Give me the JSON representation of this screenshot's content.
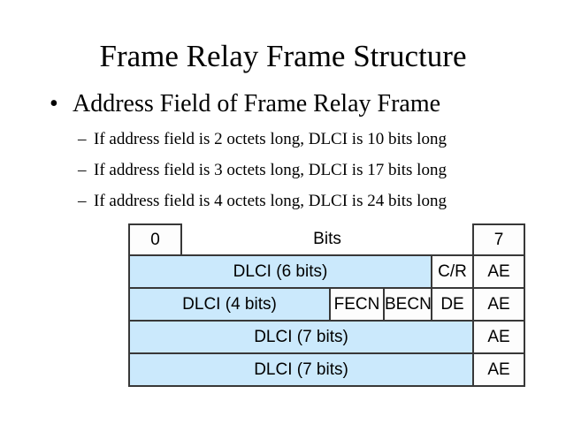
{
  "slide": {
    "title": "Frame Relay Frame Structure",
    "bullet_marker": "•",
    "bullet": "Address Field of Frame Relay Frame",
    "sub_bullet_marker": "–",
    "sub_bullets": [
      "If address field is 2 octets long, DLCI is 10 bits long",
      "If address field is 3 octets long, DLCI is 17 bits long",
      "If address field is 4 octets long, DLCI is 24 bits long"
    ]
  },
  "diagram": {
    "header": {
      "left_bit": "0",
      "label": "Bits",
      "right_bit": "7"
    },
    "rows": [
      {
        "cells": [
          {
            "label": "DLCI (6 bits)"
          },
          {
            "label": "C/R"
          },
          {
            "label": "AE"
          }
        ]
      },
      {
        "cells": [
          {
            "label": "DLCI (4 bits)"
          },
          {
            "label": "FECN"
          },
          {
            "label": "BECN"
          },
          {
            "label": "DE"
          },
          {
            "label": "AE"
          }
        ]
      },
      {
        "cells": [
          {
            "label": "DLCI (7 bits)"
          },
          {
            "label": "AE"
          }
        ]
      },
      {
        "cells": [
          {
            "label": "DLCI (7 bits)"
          },
          {
            "label": "AE"
          }
        ]
      }
    ],
    "colors": {
      "field_fill": "#CBE9FC",
      "border": "#383838",
      "background": "#FFFFFF"
    }
  }
}
